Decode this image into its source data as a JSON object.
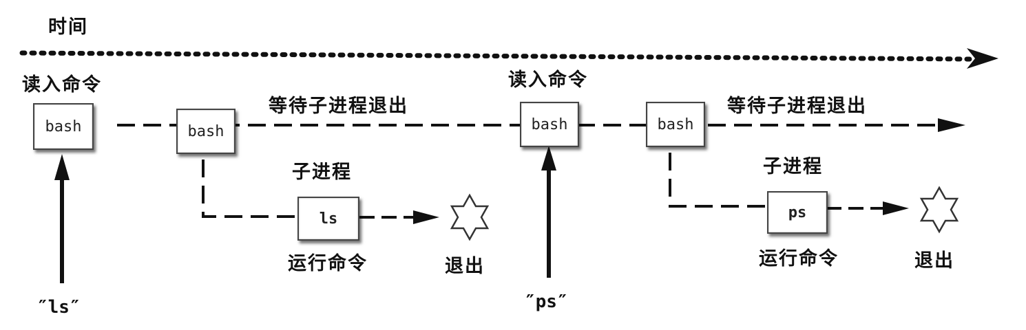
{
  "time_label": "时间",
  "phases": [
    {
      "read_label": "读入命令",
      "wait_label": "等待子进程退出",
      "child_label": "子进程",
      "bash_box_1": "bash",
      "bash_box_2": "bash",
      "command_box": "ls",
      "run_label": "运行命令",
      "exit_label": "退出",
      "input": "″ls″"
    },
    {
      "read_label": "读入命令",
      "wait_label": "等待子进程退出",
      "child_label": "子进程",
      "bash_box_1": "bash",
      "bash_box_2": "bash",
      "command_box": "ps",
      "run_label": "运行命令",
      "exit_label": "退出",
      "input": "″ps″"
    }
  ],
  "colors": {
    "line": "#111111",
    "box_border": "#444444",
    "background": "#ffffff"
  }
}
